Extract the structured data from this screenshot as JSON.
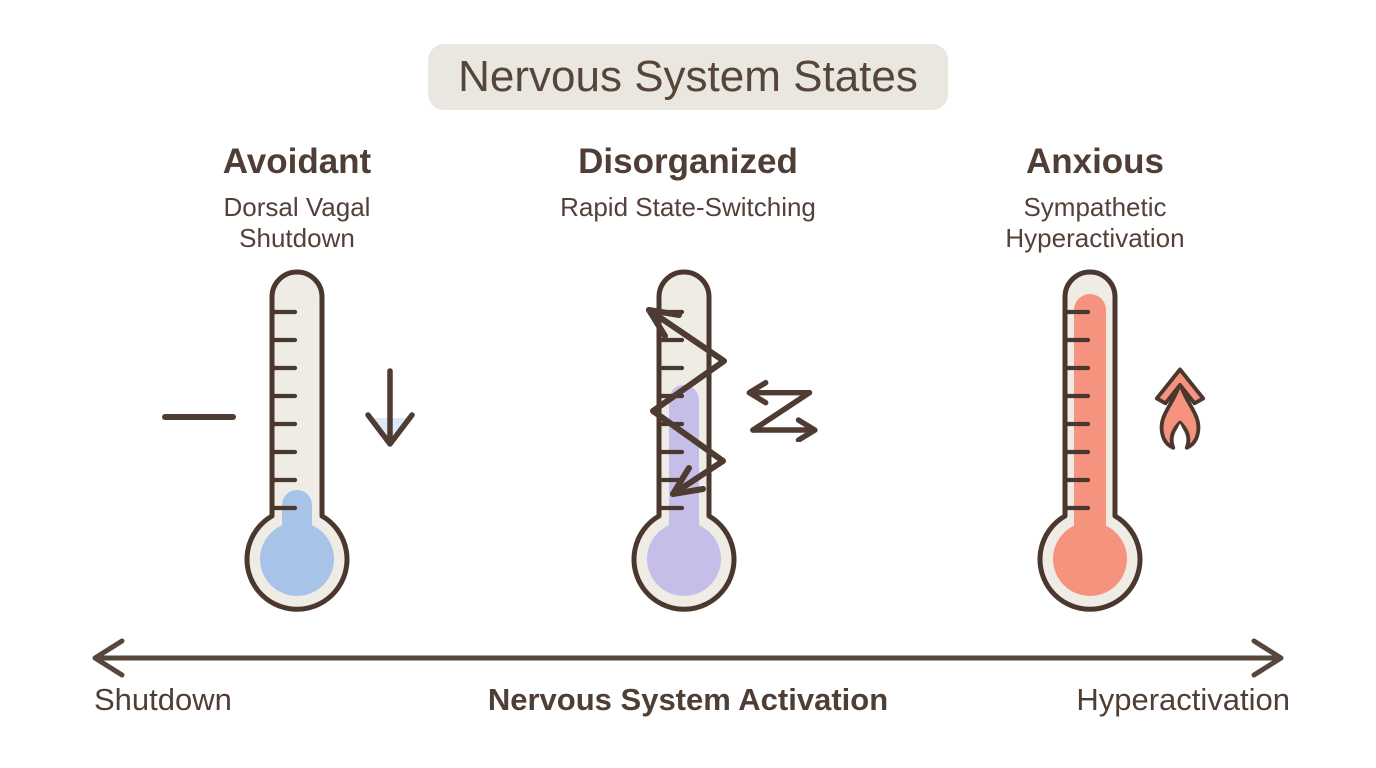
{
  "title": {
    "text": "Nervous System States"
  },
  "columns": [
    {
      "id": "avoidant",
      "heading": "Avoidant",
      "sub_line1": "Dorsal Vagal",
      "sub_line2": "Shutdown",
      "thermometer_level": "low",
      "fill_color": "#a7c4e8",
      "icons": [
        "minus-dash",
        "down-arrow"
      ]
    },
    {
      "id": "disorganized",
      "heading": "Disorganized",
      "sub_line1": "Rapid State-Switching",
      "sub_line2": "",
      "thermometer_level": "fluctuating",
      "fill_color": "#c5bee9",
      "icons": [
        "zigzag-overlay",
        "state-switch-arrows"
      ]
    },
    {
      "id": "anxious",
      "heading": "Anxious",
      "sub_line1": "Sympathetic",
      "sub_line2": "Hyperactivation",
      "thermometer_level": "high",
      "fill_color": "#f5937e",
      "icons": [
        "flame-up-arrow"
      ]
    }
  ],
  "axis": {
    "left_label": "Shutdown",
    "center_label": "Nervous System Activation",
    "right_label": "Hyperactivation"
  },
  "colors": {
    "text": "#4f3e35",
    "outline": "#4a382e",
    "title_background": "#eae7e1",
    "tube_fill": "#efece6",
    "low_fill": "#a7c4e8",
    "fluctuating_fill": "#c5bee9",
    "high_fill": "#f5937e",
    "arrow_hint_blue": "#dce9f7",
    "axis_arrow": "#57463c"
  }
}
